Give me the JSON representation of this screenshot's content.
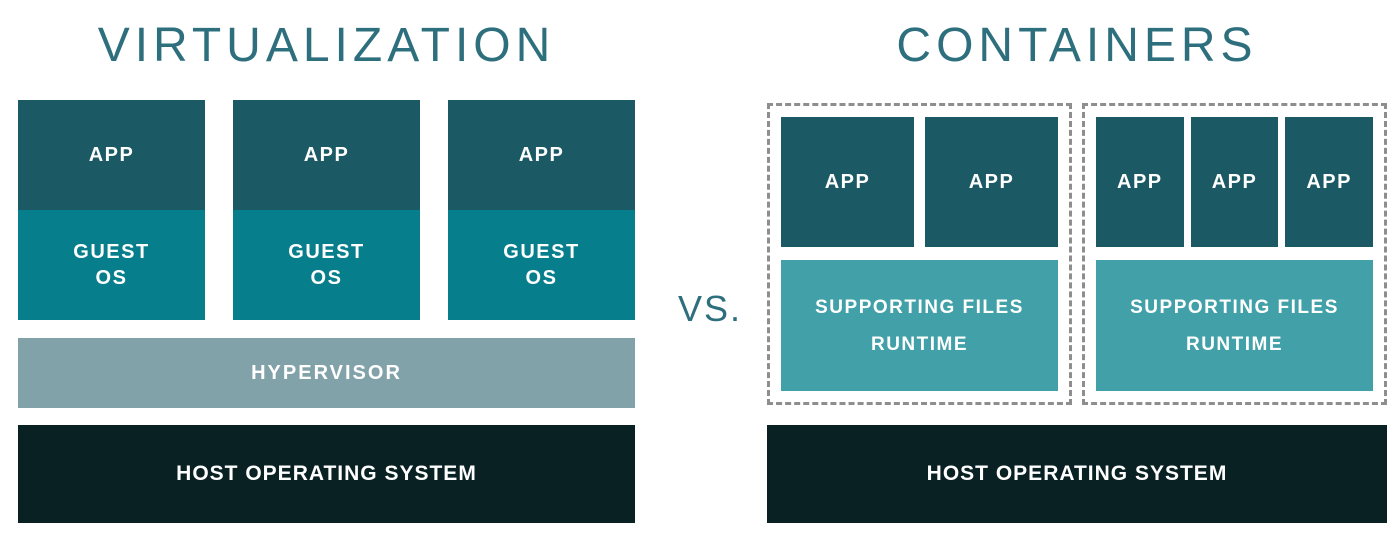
{
  "versus": "VS.",
  "virtualization": {
    "title": "VIRTUALIZATION",
    "stacks": [
      {
        "app": "APP",
        "os_line1": "GUEST",
        "os_line2": "OS"
      },
      {
        "app": "APP",
        "os_line1": "GUEST",
        "os_line2": "OS"
      },
      {
        "app": "APP",
        "os_line1": "GUEST",
        "os_line2": "OS"
      }
    ],
    "hypervisor": "HYPERVISOR",
    "host_os": "HOST OPERATING SYSTEM"
  },
  "containers": {
    "title": "CONTAINERS",
    "groups": [
      {
        "apps": [
          "APP",
          "APP"
        ],
        "runtime_line1": "SUPPORTING FILES",
        "runtime_line2": "RUNTIME"
      },
      {
        "apps": [
          "APP",
          "APP",
          "APP"
        ],
        "runtime_line1": "SUPPORTING FILES",
        "runtime_line2": "RUNTIME"
      }
    ],
    "host_os": "HOST OPERATING SYSTEM"
  },
  "colors": {
    "app_box": "#1B5A64",
    "guest_os_box": "#077E8B",
    "supporting_box": "#41A0A8",
    "hypervisor_bar": "#82A2AA",
    "host_os_bar": "#0A2124",
    "heading_text": "#2E6F7E",
    "dashed_border": "#8E8E8E",
    "box_text": "#FFFFFF",
    "background": "#FFFFFF"
  }
}
